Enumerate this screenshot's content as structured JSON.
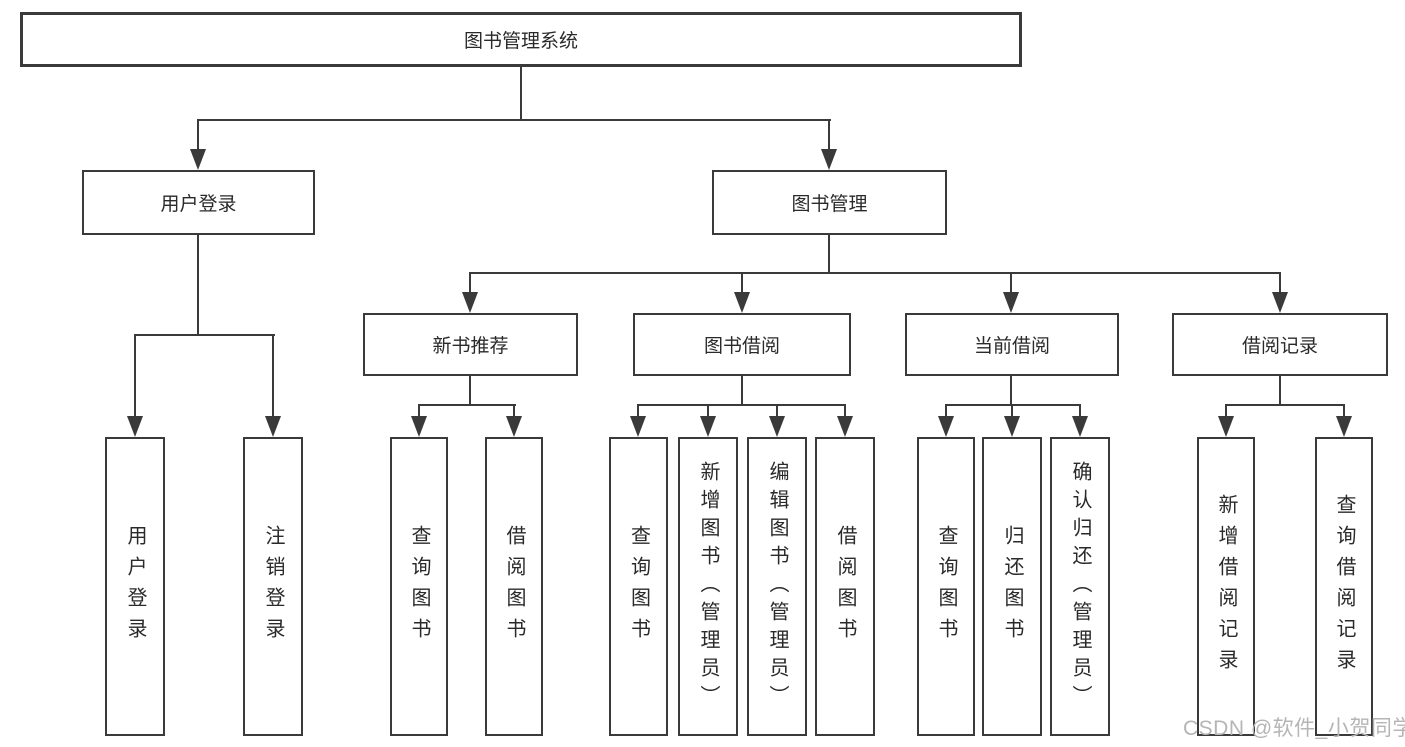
{
  "tree": {
    "root": {
      "label": "图书管理系统"
    },
    "user_login": {
      "label": "用户登录",
      "children": [
        "用户登录",
        "注销登录"
      ]
    },
    "book_management": {
      "label": "图书管理",
      "sections": [
        {
          "label": "新书推荐",
          "children": [
            "查询图书",
            "借阅图书"
          ]
        },
        {
          "label": "图书借阅",
          "children": [
            "查询图书",
            "新增图书（管理员）",
            "编辑图书（管理员）",
            "借阅图书"
          ]
        },
        {
          "label": "当前借阅",
          "children": [
            "查询图书",
            "归还图书",
            "确认归还（管理员）"
          ]
        },
        {
          "label": "借阅记录",
          "children": [
            "新增借阅记录",
            "查询借阅记录"
          ]
        }
      ]
    }
  },
  "watermark": {
    "text": "CSDN @软件_小贺同学",
    "color": "#b5b5b5"
  },
  "colors": {
    "line": "#3a3a3a",
    "text": "#2a2a2a",
    "background": "#ffffff"
  }
}
